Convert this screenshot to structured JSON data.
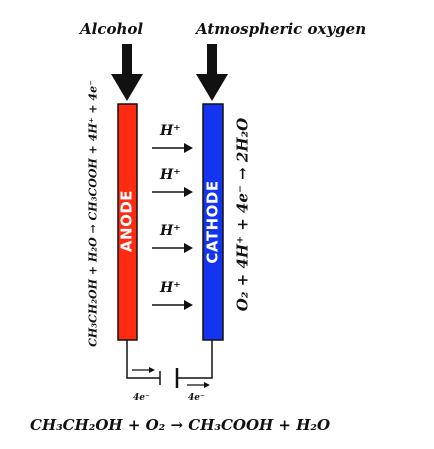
{
  "labels": {
    "anode_input": "Alcohol",
    "cathode_input": "Atmospheric oxygen",
    "anode": "ANODE",
    "cathode": "CATHODE",
    "proton": "H⁺",
    "electrons_left": "4e⁻",
    "electrons_right": "4e⁻"
  },
  "equations": {
    "anode_reaction": "CH₃CH₂OH + H₂O → CH₃COOH + 4H⁺ + 4e⁻",
    "cathode_reaction": "O₂ + 4H⁺ + 4e⁻ → 2H₂O",
    "overall_reaction": "CH₃CH₂OH + O₂ → CH₃COOH + H₂O"
  },
  "colors": {
    "anode": "#ff2a12",
    "cathode": "#1434f0",
    "outline": "#111111"
  }
}
